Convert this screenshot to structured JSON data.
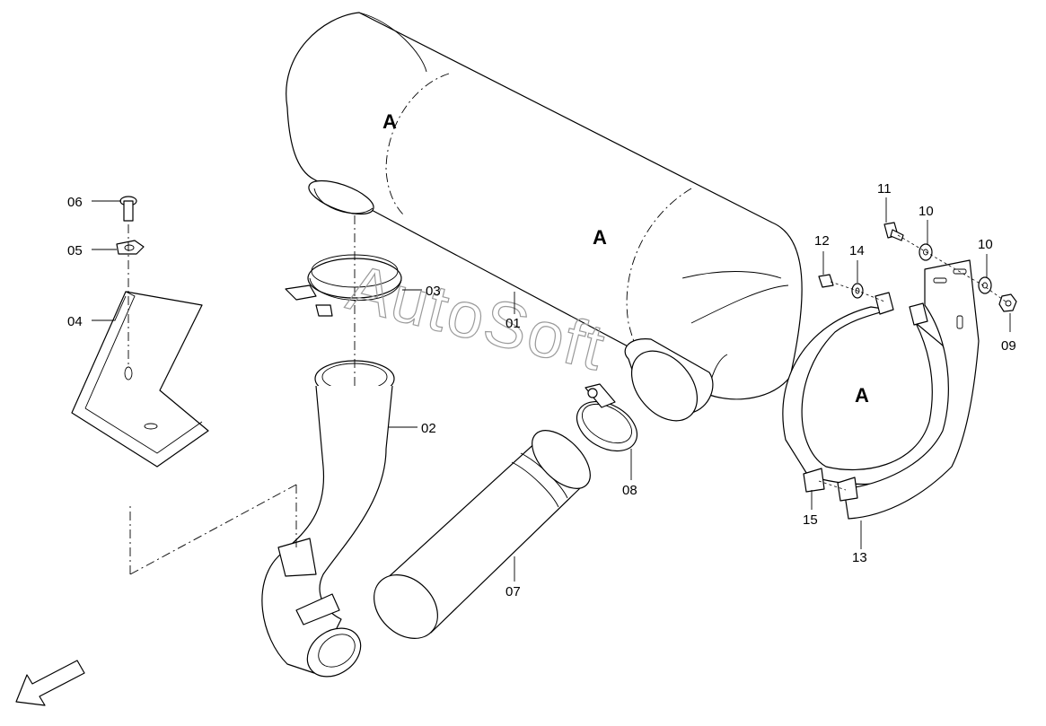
{
  "diagram": {
    "watermark": "AutoSoft",
    "reference_mark": "A",
    "callouts": {
      "p01": "01",
      "p02": "02",
      "p03": "03",
      "p04": "04",
      "p05": "05",
      "p06": "06",
      "p07": "07",
      "p08": "08",
      "p09": "09",
      "p10a": "10",
      "p10b": "10",
      "p11": "11",
      "p12": "12",
      "p13": "13",
      "p14": "14",
      "p15": "15"
    }
  }
}
